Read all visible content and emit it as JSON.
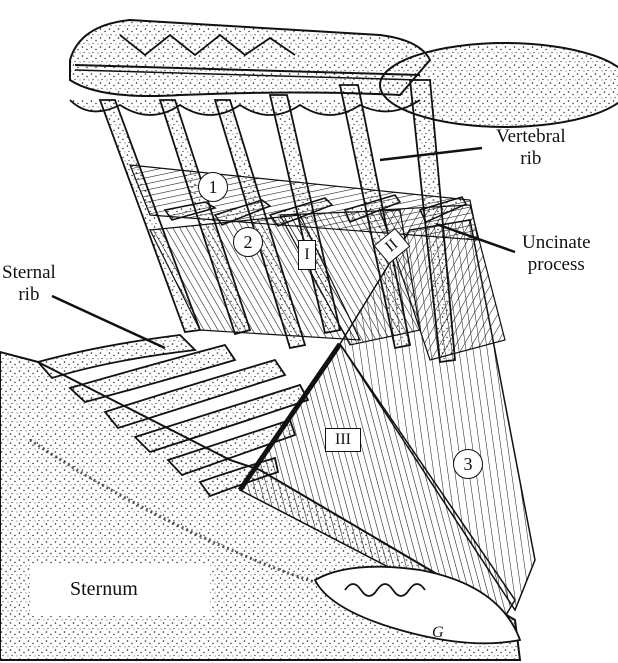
{
  "labels": {
    "vertebral_rib": [
      "Vertebral",
      "rib"
    ],
    "uncinate_process": [
      "Uncinate",
      "process"
    ],
    "sternal_rib": [
      "Sternal",
      "rib"
    ],
    "sternum": "Sternum"
  },
  "markers": {
    "circle_1": "1",
    "circle_2": "2",
    "circle_3": "3",
    "roman_1": "I",
    "roman_2": "II",
    "roman_3": "III"
  },
  "signature": "G",
  "colors": {
    "ink": "#111111",
    "paper": "#ffffff"
  }
}
